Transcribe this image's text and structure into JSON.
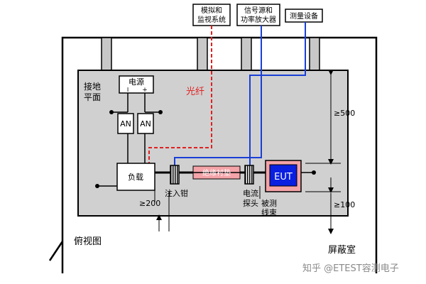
{
  "boxes": {
    "sim_monitor": [
      "模拟和",
      "监视系统"
    ],
    "signal_source": [
      "信号源和",
      "功率放大器"
    ],
    "measure_equip": "测量设备"
  },
  "labels": {
    "ground_plane": [
      "接地",
      "平面"
    ],
    "power_supply": "电源",
    "power_minus": "I",
    "power_plus": "+",
    "an": "AN",
    "load": "负载",
    "fiber": "光纤",
    "insulation": "绝缘衬垫",
    "eut": "EUT",
    "injection_clamp": "注入钳",
    "current_probe": [
      "电流",
      "探头"
    ],
    "cable_under_test": [
      "被测",
      "线束"
    ],
    "dim_500": "≥500",
    "dim_200": "≥200",
    "dim_100": "≥100",
    "top_view": "俯视图",
    "shielded_room": "屏蔽室",
    "watermark": "知乎 @ETEST容测电子"
  },
  "colors": {
    "fiber_red": "#e02020",
    "coax_blue": "#1a3fd6",
    "ground_gray": "#d0d0d0",
    "insulation_pink": "#f4a3a8",
    "eut_blue": "#0a1fe0"
  }
}
